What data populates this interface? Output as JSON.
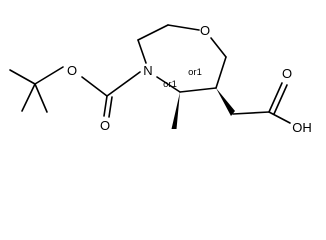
{
  "molecule": {
    "atoms": {
      "ring_oxygen": "O",
      "ring_nitrogen": "N",
      "carbamate_oxygen": "O",
      "carbamate_carbonyl_oxygen": "O",
      "acid_carbonyl_oxygen": "O",
      "acid_hydroxyl": "OH"
    },
    "stereo_labels": {
      "c5": "or1",
      "c6": "or1"
    }
  },
  "colors": {
    "bond": "#000000",
    "text": "#000000",
    "background": "#ffffff"
  }
}
